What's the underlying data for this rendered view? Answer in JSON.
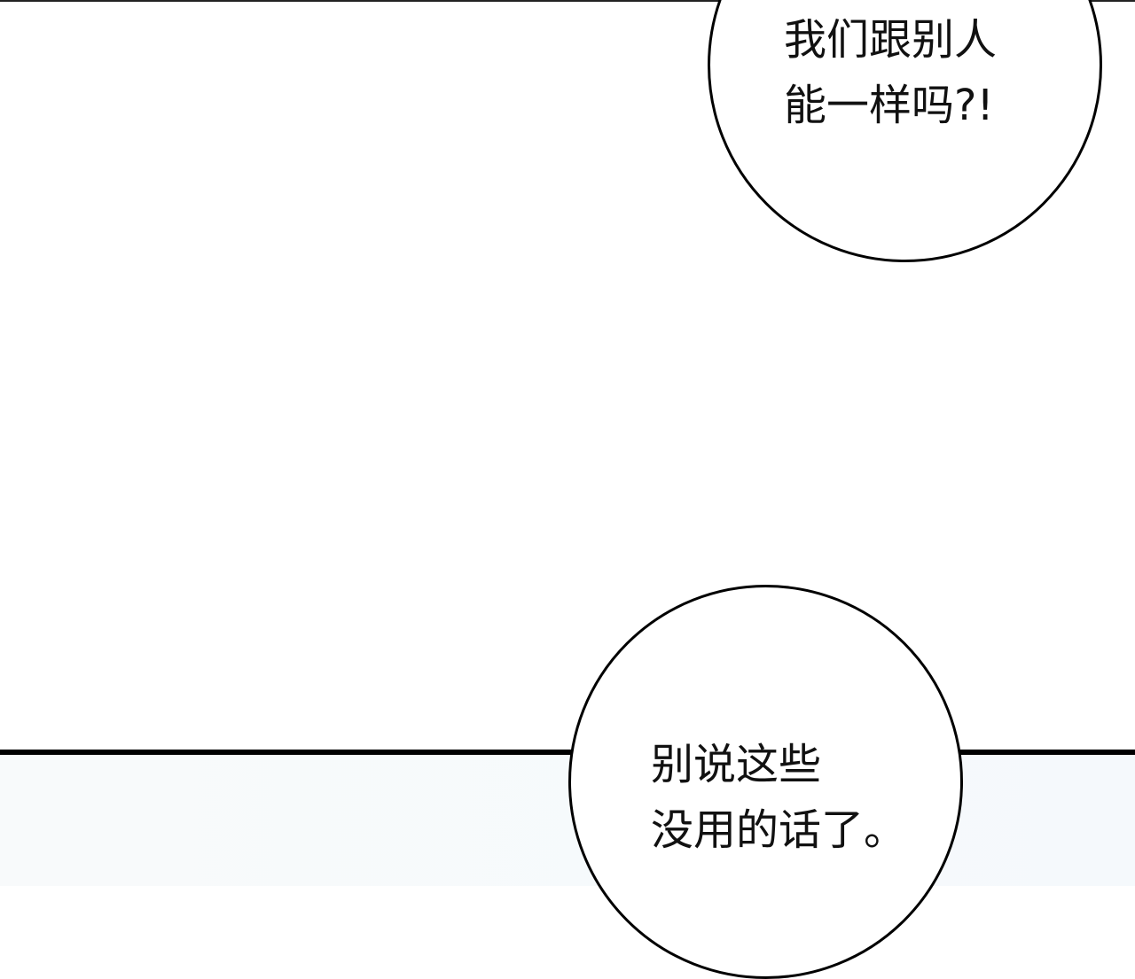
{
  "bubble_top": {
    "lines": [
      "我们跟别人",
      "能一样吗?!"
    ]
  },
  "bubble_bottom": {
    "lines": [
      "别说这些",
      "没用的话了。"
    ]
  },
  "colors": {
    "ink": "#000000",
    "lower_panel_bg": "#f7fafc"
  }
}
